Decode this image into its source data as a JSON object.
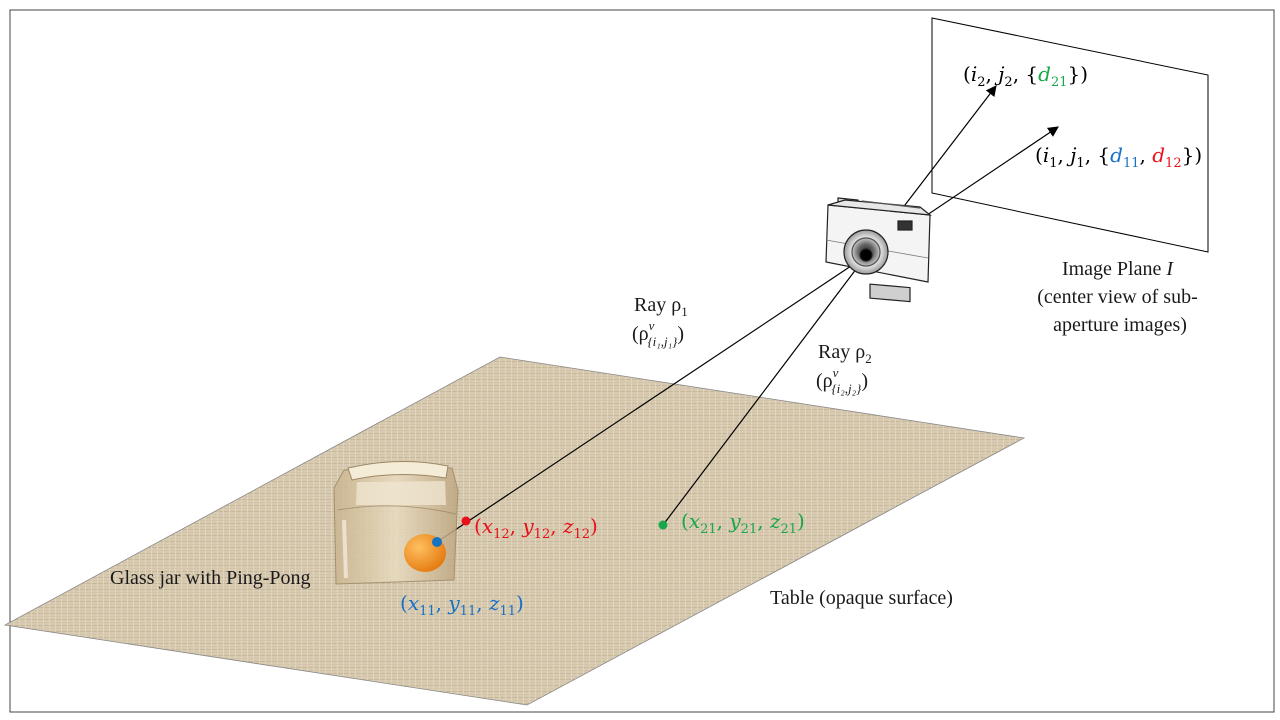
{
  "colors": {
    "red": "#e8111b",
    "blue": "#1672c4",
    "green": "#1aa64a",
    "table": "#d6c7aa",
    "ball": "#f08a1a"
  },
  "labels": {
    "image_plane_line1": "Image Plane",
    "image_plane_italic": "I",
    "image_plane_line2": "(center view of sub-",
    "image_plane_line3": "aperture images)",
    "ray1_title": "Ray ρ",
    "ray1_title_sub": "1",
    "ray2_title": "Ray ρ",
    "ray2_title_sub": "2",
    "ray1_param_base": "ρ",
    "ray1_param_sup": "v",
    "ray1_param_sub": "{i₁,j₁}",
    "ray2_param_base": "ρ",
    "ray2_param_sup": "v",
    "ray2_param_sub": "{i₂,j₂}",
    "jar_label": "Glass jar with Ping-Pong",
    "table_label": "Table (opaque surface)"
  },
  "coords": {
    "pixel2": {
      "i": "i",
      "i_sub": "2",
      "j": "j",
      "j_sub": "2",
      "d": "d",
      "d_sub": "21"
    },
    "pixel1": {
      "i": "i",
      "i_sub": "1",
      "j": "j",
      "j_sub": "1",
      "d1": "d",
      "d1_sub": "11",
      "d2": "d",
      "d2_sub": "12"
    },
    "p12": {
      "x": "x",
      "x_sub": "12",
      "y": "y",
      "y_sub": "12",
      "z": "z",
      "z_sub": "12"
    },
    "p11": {
      "x": "x",
      "x_sub": "11",
      "y": "y",
      "y_sub": "11",
      "z": "z",
      "z_sub": "11"
    },
    "p21": {
      "x": "x",
      "x_sub": "21",
      "y": "y",
      "y_sub": "21",
      "z": "z",
      "z_sub": "21"
    }
  }
}
